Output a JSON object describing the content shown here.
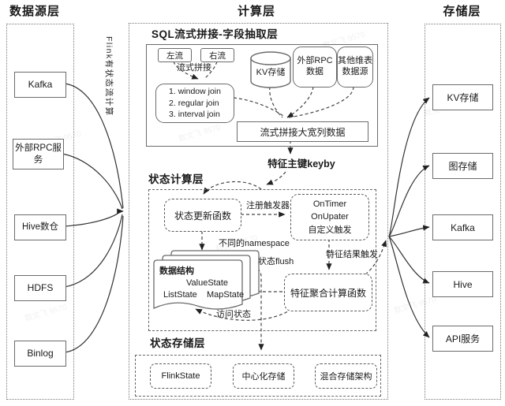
{
  "watermark": "数文飞 9570",
  "header": {
    "left": "数据源层",
    "center": "计算层",
    "right": "存储层"
  },
  "left_panel": {
    "rotated_note": "Flink有状态流计算",
    "items": [
      "Kafka",
      "外部RPC服务",
      "Hive数仓",
      "HDFS",
      "Binlog"
    ]
  },
  "sql_layer": {
    "title": "SQL流式拼接-字段抽取层",
    "left_stream": "左流",
    "right_stream": "右流",
    "join_label": "流式拼接",
    "join_types": [
      "1. window join",
      "2. regular join",
      "3. interval join"
    ],
    "kv_store": "KV存储",
    "rpc_data": "外部RPC数据",
    "dim_source": "其他维表数据源",
    "wide_table": "流式拼接大宽列数据"
  },
  "keyby_label": "特征主键keyby",
  "state_compute": {
    "title": "状态计算层",
    "update_fn": "状态更新函数",
    "register_trigger": "注册触发器",
    "timer_lines": [
      "OnTimer",
      "OnUpater",
      "自定义触发"
    ],
    "namespace_label": "不同的namespace",
    "stack_title": "数据结构",
    "stack_items": [
      "ValueState",
      "ListState",
      "MapState"
    ],
    "flush_label": "状态flush",
    "result_trigger": "特征结果触发",
    "agg_fn": "特征聚合计算函数",
    "access_label": "访问状态"
  },
  "state_storage": {
    "title": "状态存储层",
    "items": [
      "FlinkState",
      "中心化存储",
      "混合存储架构"
    ]
  },
  "storage_panel": {
    "items": [
      "KV存储",
      "图存储",
      "Kafka",
      "Hive",
      "API服务"
    ]
  }
}
